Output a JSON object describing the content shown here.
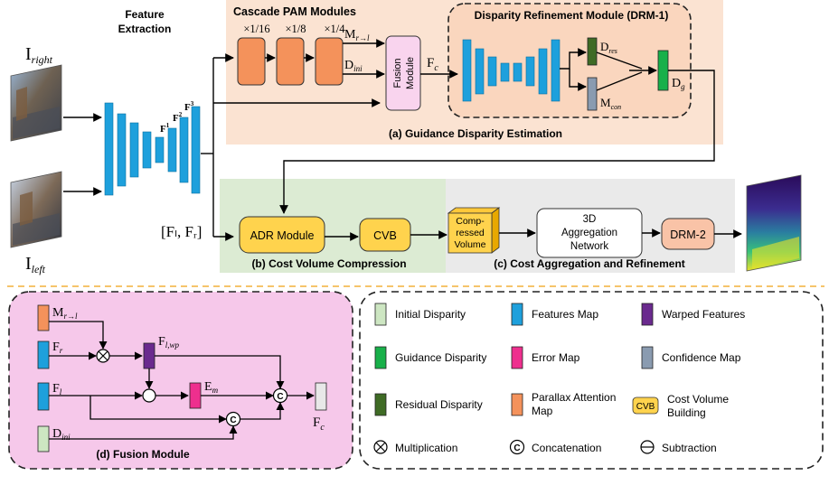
{
  "inputs": {
    "right": {
      "base": "I",
      "sub": "right"
    },
    "left": {
      "base": "I",
      "sub": "left"
    }
  },
  "feature_extraction": {
    "title_line1": "Feature",
    "title_line2": "Extraction",
    "f1": "F",
    "f1_sup": "1",
    "f2": "F",
    "f2_sup": "2",
    "f3": "F",
    "f3_sup": "3",
    "features_pair": "[Fₗ, Fᵣ]"
  },
  "guidance": {
    "pam_title": "Cascade PAM Modules",
    "scales": [
      "×1/16",
      "×1/8",
      "×1/4"
    ],
    "m_label": "M",
    "m_sub": "r→l",
    "d_label": "D",
    "d_sub": "ini",
    "fusion_line1": "Fusion",
    "fusion_line2": "Module",
    "fc_label": "F",
    "fc_sub": "c",
    "drm1_title": "Disparity Refinement Module (DRM-1)",
    "dres_label": "D",
    "dres_sub": "res",
    "mcon_label": "M",
    "mcon_sub": "con",
    "dg_label": "D",
    "dg_sub": "g",
    "caption": "(a) Guidance Disparity Estimation"
  },
  "compression": {
    "adr": "ADR Module",
    "cvb": "CVB",
    "caption": "(b) Cost Volume Compression"
  },
  "aggregation": {
    "compressed_line1": "Comp-",
    "compressed_line2": "ressed",
    "compressed_line3": "Volume",
    "agg_line1": "3D",
    "agg_line2": "Aggregation",
    "agg_line3": "Network",
    "drm2": "DRM-2",
    "caption": "(c) Cost Aggregation and Refinement"
  },
  "fusion_detail": {
    "caption": "(d) Fusion Module",
    "m_label": "M",
    "m_sub": "r→l",
    "fr_label": "F",
    "fr_sub": "r",
    "fl_label": "F",
    "fl_sub": "l",
    "dini_label": "D",
    "dini_sub": "ini",
    "flwp_label": "F",
    "flwp_sub": "l,wp",
    "em_label": "E",
    "em_sub": "m",
    "fc_label": "F",
    "fc_sub": "c",
    "concat_symbol": "C"
  },
  "legend": {
    "items": [
      {
        "label": "Initial Disparity",
        "color": "#cde6c2"
      },
      {
        "label": "Features Map",
        "color": "#1ea0dc"
      },
      {
        "label": "Warped Features",
        "color": "#6a2a8e"
      },
      {
        "label": "Guidance Disparity",
        "color": "#18b04a"
      },
      {
        "label": "Error Map",
        "color": "#ee2f8e"
      },
      {
        "label": "Confidence Map",
        "color": "#8a9bb0"
      },
      {
        "label": "Residual Disparity",
        "color": "#3f6b25"
      },
      {
        "label": "Parallax Attention Map",
        "color": "#f4925b"
      },
      {
        "label": "Cost Volume Building",
        "badge": "CVB",
        "color": "#ffd34d"
      },
      {
        "label": "Multiplication",
        "symbol": "⊗"
      },
      {
        "label": "Concatenation",
        "symbol": "C"
      },
      {
        "label": "Subtraction",
        "symbol": "⊖"
      }
    ]
  },
  "colors": {
    "feature_blue": "#1ea0dc",
    "pam_orange": "#f4925b",
    "fusion_pink": "#f9d4ee",
    "guidance_panel": "#fbe3d2",
    "drm_panel": "#fad6be",
    "compression_panel": "#dcebd3",
    "aggregation_panel": "#eaeaea",
    "yellow_module": "#ffd34d",
    "fusion_detail_panel": "#f6c8ea"
  }
}
